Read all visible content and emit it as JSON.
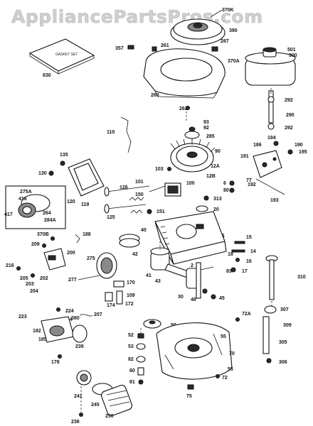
{
  "watermark": "AppliancePartsPros.com",
  "gasket_set_text": "GASKET SET",
  "callouts": {
    "c370K": "370K",
    "c390": "390",
    "c370A": "370A",
    "c357": "357",
    "c261": "261",
    "c287": "287",
    "c630": "630",
    "c260": "260",
    "c262": "262",
    "c501": "501",
    "c300": "300",
    "c292a": "292",
    "c292b": "292",
    "c290": "290",
    "c110": "110",
    "c93": "93",
    "c92": "92",
    "c285": "285",
    "c184": "184",
    "c186": "186",
    "c190": "190",
    "c195": "195",
    "c191": "191",
    "c135": "135",
    "c90": "90",
    "c100": "100",
    "c103": "103",
    "c130": "130",
    "c101": "101",
    "c12A": "12A",
    "c12B": "12B",
    "c6": "6",
    "c80": "80",
    "c77": "77",
    "c192": "192",
    "c193": "193",
    "c275A": "275A",
    "c416": "416",
    "c264": "264",
    "c417": "417",
    "c284A": "284A",
    "c120": "120",
    "c119": "119",
    "c126": "126",
    "c150": "150",
    "c313": "313",
    "c20": "20",
    "c125": "125",
    "c151": "151",
    "c40": "40",
    "c1": "1",
    "c15": "15",
    "c14": "14",
    "c370B": "370B",
    "c188": "188",
    "c42": "42",
    "c209": "209",
    "c200": "200",
    "c275": "275",
    "c216": "216",
    "c205": "205",
    "c202": "202",
    "c203": "203",
    "c204": "204",
    "c18": "18",
    "c16": "16",
    "c17": "17",
    "c2": "2",
    "c41": "41",
    "c43": "43",
    "c83": "83",
    "c310": "310",
    "c277": "277",
    "c170": "170",
    "c174": "174",
    "c109": "109",
    "c172": "172",
    "c30": "30",
    "c48": "48",
    "c45": "45",
    "c224": "224",
    "c307": "307",
    "c223": "223",
    "c182": "182",
    "c184b": "184",
    "c380": "380",
    "c207": "207",
    "c50": "50",
    "c72A": "72A",
    "c309": "309",
    "c185": "185",
    "c52": "52",
    "c239": "239",
    "c178": "178",
    "c53": "53",
    "c305": "305",
    "c70": "70",
    "c306": "306",
    "c82": "82",
    "c55": "55",
    "c55b": "55",
    "c72": "72",
    "c60": "60",
    "c81": "81",
    "c75": "75",
    "c241": "241",
    "c245": "245",
    "c238": "238",
    "c250": "250"
  }
}
